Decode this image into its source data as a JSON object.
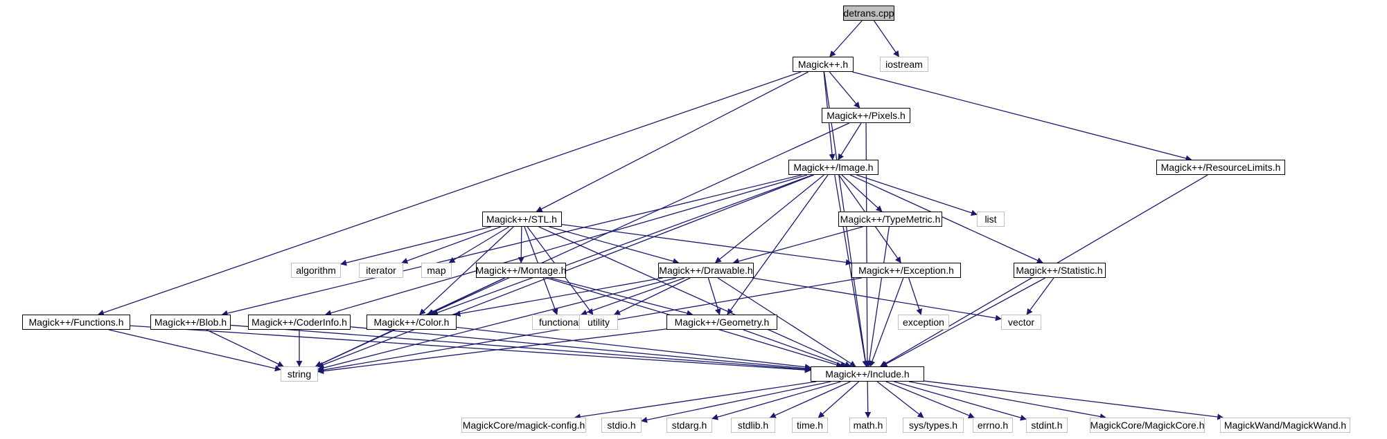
{
  "colors": {
    "edge": "#191970",
    "root_fill": "#bfbfbf",
    "ext_border": "#bfbfbf",
    "file_border": "#000000"
  },
  "nodes": [
    {
      "id": "detrans",
      "label": "detrans.cpp",
      "kind": "root"
    },
    {
      "id": "magick",
      "label": "Magick++.h",
      "kind": "file"
    },
    {
      "id": "iostream",
      "label": "iostream",
      "kind": "sys"
    },
    {
      "id": "pixels",
      "label": "Magick++/Pixels.h",
      "kind": "file"
    },
    {
      "id": "image",
      "label": "Magick++/Image.h",
      "kind": "file"
    },
    {
      "id": "reslimits",
      "label": "Magick++/ResourceLimits.h",
      "kind": "file"
    },
    {
      "id": "stl",
      "label": "Magick++/STL.h",
      "kind": "file"
    },
    {
      "id": "typemetric",
      "label": "Magick++/TypeMetric.h",
      "kind": "file"
    },
    {
      "id": "list",
      "label": "list",
      "kind": "sys"
    },
    {
      "id": "algorithm",
      "label": "algorithm",
      "kind": "sys"
    },
    {
      "id": "iterator",
      "label": "iterator",
      "kind": "sys"
    },
    {
      "id": "map",
      "label": "map",
      "kind": "sys"
    },
    {
      "id": "montage",
      "label": "Magick++/Montage.h",
      "kind": "file"
    },
    {
      "id": "drawable",
      "label": "Magick++/Drawable.h",
      "kind": "file"
    },
    {
      "id": "exception",
      "label": "Magick++/Exception.h",
      "kind": "file"
    },
    {
      "id": "statistic",
      "label": "Magick++/Statistic.h",
      "kind": "file"
    },
    {
      "id": "functions",
      "label": "Magick++/Functions.h",
      "kind": "file"
    },
    {
      "id": "blob",
      "label": "Magick++/Blob.h",
      "kind": "file"
    },
    {
      "id": "coderinfo",
      "label": "Magick++/CoderInfo.h",
      "kind": "file"
    },
    {
      "id": "color",
      "label": "Magick++/Color.h",
      "kind": "file"
    },
    {
      "id": "functional",
      "label": "functional",
      "kind": "sys"
    },
    {
      "id": "utility",
      "label": "utility",
      "kind": "sys"
    },
    {
      "id": "geometry",
      "label": "Magick++/Geometry.h",
      "kind": "file"
    },
    {
      "id": "exceptionstd",
      "label": "exception",
      "kind": "sys"
    },
    {
      "id": "vector",
      "label": "vector",
      "kind": "sys"
    },
    {
      "id": "string",
      "label": "string",
      "kind": "sys"
    },
    {
      "id": "include",
      "label": "Magick++/Include.h",
      "kind": "file"
    },
    {
      "id": "magickconfig",
      "label": "MagickCore/magick-config.h",
      "kind": "sys"
    },
    {
      "id": "stdio",
      "label": "stdio.h",
      "kind": "sys"
    },
    {
      "id": "stdarg",
      "label": "stdarg.h",
      "kind": "sys"
    },
    {
      "id": "stdlib",
      "label": "stdlib.h",
      "kind": "sys"
    },
    {
      "id": "time",
      "label": "time.h",
      "kind": "sys"
    },
    {
      "id": "math",
      "label": "math.h",
      "kind": "sys"
    },
    {
      "id": "systypes",
      "label": "sys/types.h",
      "kind": "sys"
    },
    {
      "id": "errno",
      "label": "errno.h",
      "kind": "sys"
    },
    {
      "id": "stdint",
      "label": "stdint.h",
      "kind": "sys"
    },
    {
      "id": "magickcore",
      "label": "MagickCore/MagickCore.h",
      "kind": "sys"
    },
    {
      "id": "magickwand",
      "label": "MagickWand/MagickWand.h",
      "kind": "sys"
    }
  ],
  "edges": [
    [
      "detrans",
      "magick"
    ],
    [
      "detrans",
      "iostream"
    ],
    [
      "magick",
      "pixels"
    ],
    [
      "magick",
      "image"
    ],
    [
      "magick",
      "reslimits"
    ],
    [
      "magick",
      "stl"
    ],
    [
      "magick",
      "functions"
    ],
    [
      "magick",
      "include"
    ],
    [
      "pixels",
      "image"
    ],
    [
      "pixels",
      "color"
    ],
    [
      "pixels",
      "include"
    ],
    [
      "image",
      "typemetric"
    ],
    [
      "image",
      "list"
    ],
    [
      "image",
      "statistic"
    ],
    [
      "image",
      "drawable"
    ],
    [
      "image",
      "exception"
    ],
    [
      "image",
      "geometry"
    ],
    [
      "image",
      "blob"
    ],
    [
      "image",
      "coderinfo"
    ],
    [
      "image",
      "color"
    ],
    [
      "image",
      "string"
    ],
    [
      "image",
      "include"
    ],
    [
      "reslimits",
      "include"
    ],
    [
      "stl",
      "algorithm"
    ],
    [
      "stl",
      "iterator"
    ],
    [
      "stl",
      "map"
    ],
    [
      "stl",
      "montage"
    ],
    [
      "stl",
      "drawable"
    ],
    [
      "stl",
      "exception"
    ],
    [
      "stl",
      "functional"
    ],
    [
      "stl",
      "utility"
    ],
    [
      "stl",
      "color"
    ],
    [
      "stl",
      "include"
    ],
    [
      "typemetric",
      "drawable"
    ],
    [
      "typemetric",
      "include"
    ],
    [
      "montage",
      "color"
    ],
    [
      "montage",
      "geometry"
    ],
    [
      "montage",
      "string"
    ],
    [
      "montage",
      "include"
    ],
    [
      "drawable",
      "color"
    ],
    [
      "drawable",
      "functional"
    ],
    [
      "drawable",
      "utility"
    ],
    [
      "drawable",
      "geometry"
    ],
    [
      "drawable",
      "vector"
    ],
    [
      "drawable",
      "string"
    ],
    [
      "drawable",
      "include"
    ],
    [
      "exception",
      "exceptionstd"
    ],
    [
      "exception",
      "string"
    ],
    [
      "exception",
      "include"
    ],
    [
      "statistic",
      "vector"
    ],
    [
      "statistic",
      "include"
    ],
    [
      "functions",
      "string"
    ],
    [
      "functions",
      "include"
    ],
    [
      "blob",
      "string"
    ],
    [
      "blob",
      "include"
    ],
    [
      "coderinfo",
      "string"
    ],
    [
      "coderinfo",
      "include"
    ],
    [
      "color",
      "string"
    ],
    [
      "color",
      "include"
    ],
    [
      "geometry",
      "string"
    ],
    [
      "geometry",
      "include"
    ],
    [
      "include",
      "magickconfig"
    ],
    [
      "include",
      "stdio"
    ],
    [
      "include",
      "stdarg"
    ],
    [
      "include",
      "stdlib"
    ],
    [
      "include",
      "time"
    ],
    [
      "include",
      "math"
    ],
    [
      "include",
      "systypes"
    ],
    [
      "include",
      "errno"
    ],
    [
      "include",
      "stdint"
    ],
    [
      "include",
      "magickcore"
    ],
    [
      "include",
      "magickwand"
    ]
  ]
}
